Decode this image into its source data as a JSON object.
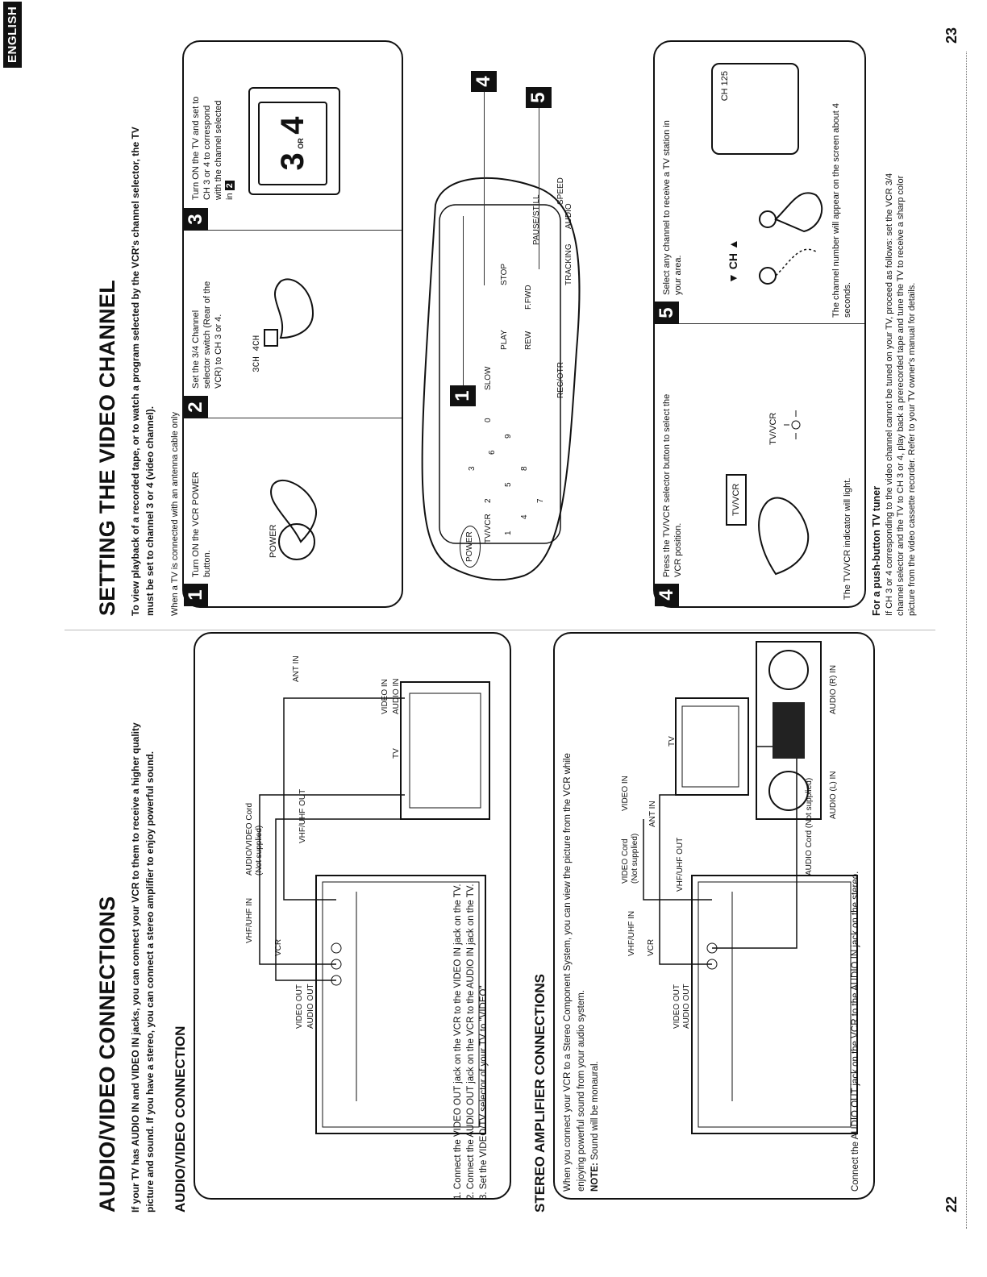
{
  "left": {
    "title": "AUDIO/VIDEO CONNECTIONS",
    "intro_line1": "If your TV has AUDIO IN and VIDEO IN jacks, you can connect your VCR to them to receive a higher quality",
    "intro_line2": "picture and sound. If you have a stereo, you can connect a stereo amplifier to enjoy powerful sound.",
    "av_section_title": "AUDIO/VIDEO CONNECTION",
    "av_diagram": {
      "vcr": "VCR",
      "vhf_uhf_in": "VHF/UHF IN",
      "av_cord": "AUDIO/VIDEO Cord",
      "not_supplied": "(Not supplied)",
      "vhf_uhf_out": "VHF/UHF OUT",
      "video_out": "VIDEO OUT",
      "audio_out": "AUDIO OUT",
      "tv": "TV",
      "video_in": "VIDEO IN",
      "audio_in": "AUDIO IN",
      "ant_in": "ANT IN"
    },
    "av_steps": [
      "1. Connect the VIDEO OUT jack on the VCR to the VIDEO IN jack on the TV.",
      "2. Connect the AUDIO OUT jack on the VCR to the AUDIO IN jack on the TV.",
      "3. Set the VIDEO/TV selector of your TV to \"VIDEO\"."
    ],
    "stereo_section_title": "STEREO AMPLIFIER CONNECTIONS",
    "stereo_intro_line1": "When you connect your VCR to a Stereo Component System, you can view the picture from the VCR while",
    "stereo_intro_line2": "enjoying powerful sound from your audio system.",
    "stereo_note_label": "NOTE:",
    "stereo_note_text": "Sound will be monaural.",
    "stereo_diagram": {
      "vcr": "VCR",
      "vhf_uhf_in": "VHF/UHF IN",
      "video_cord": "VIDEO Cord",
      "not_supplied": "(Not supplied)",
      "video_in": "VIDEO IN",
      "tv": "TV",
      "ant_in": "ANT IN",
      "vhf_uhf_out": "VHF/UHF OUT",
      "video_out": "VIDEO OUT",
      "audio_out": "AUDIO OUT",
      "audio_cord": "AUDIO Cord (Not supplied)",
      "audio_l_in": "AUDIO (L) IN",
      "audio_r_in": "AUDIO (R) IN"
    },
    "stereo_footer": "Connect the AUDIO OUT jack on the VCR to the AUDIO IN jack on the stereo.",
    "page_number": "22"
  },
  "right": {
    "title": "SETTING THE VIDEO CHANNEL",
    "intro_line1": "To view playback of a recorded tape, or to watch a program selected by the VCR's channel selector, the TV",
    "intro_line2": "must be set to channel 3 or 4 (video channel).",
    "antenna_note": "When a TV is connected with an antenna cable only",
    "english_tab": "ENGLISH",
    "steps": [
      {
        "num": "1",
        "text_line1": "Turn ON the VCR POWER",
        "text_line2": "button.",
        "art_label": "POWER"
      },
      {
        "num": "2",
        "text_line1": "Set the 3/4 Channel",
        "text_line2": "selector switch (Rear of the",
        "text_line3": "VCR) to CH 3 or 4.",
        "art_label": "3CH  4CH"
      },
      {
        "num": "3",
        "text_line1": "Turn ON the TV and set to",
        "text_line2": "CH 3 or 4 to correspond",
        "text_line3": "with the channel selected",
        "text_line4": "in",
        "ref": "2",
        "screen_big": "3",
        "screen_or": "OR",
        "screen_big2": "4"
      },
      {
        "num": "4",
        "text_line1": "Press the TV/VCR selector button to select the",
        "text_line2": "VCR position.",
        "button_label": "TV/VCR",
        "indicator_label": "TV/VCR",
        "footer": "The TV/VCR indicator will light."
      },
      {
        "num": "5",
        "text_line1": "Select any channel to receive a TV station in",
        "text_line2": "your area.",
        "ch_label": "CH",
        "screen_text": "CH 125",
        "footer_line1": "The channel number will appear on the screen about 4",
        "footer_line2": "seconds."
      }
    ],
    "remote_callouts": [
      "1",
      "4",
      "5"
    ],
    "remote_labels": {
      "power": "POWER",
      "tv_vcr": "TV/VCR",
      "play": "PLAY",
      "stop": "STOP",
      "rew": "REW",
      "ffwd": "F.FWD",
      "pause": "PAUSE/STILL",
      "rec": "REC/OTR",
      "slow": "SLOW",
      "speed": "SPEED",
      "audio": "AUDIO",
      "tracking": "TRACKING",
      "keys": [
        "1",
        "2",
        "3",
        "4",
        "5",
        "6",
        "7",
        "8",
        "9",
        "0"
      ]
    },
    "pushbutton_title": "For a push-button TV tuner",
    "pushbutton_line1": "If CH 3 or 4 corresponding to the video channel cannot be tuned on your TV, proceed as follows: set the VCR 3/4",
    "pushbutton_line2": "channel selector and the TV to CH 3 or 4, play back a prerecorded tape and tune the TV to receive a sharp color",
    "pushbutton_line3": "picture from the video cassette recorder. Refer to your TV owner's manual for details.",
    "page_number": "23"
  }
}
